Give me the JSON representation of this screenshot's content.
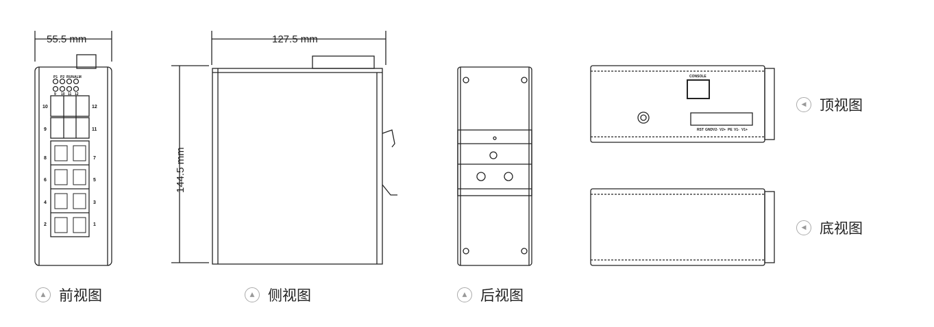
{
  "dimensions": {
    "width": "55.5 mm",
    "depth": "127.5 mm",
    "height": "144.5 mm"
  },
  "views": {
    "front": "前视图",
    "side": "侧视图",
    "rear": "后视图",
    "top": "顶视图",
    "bottom": "底视图"
  },
  "front_panel": {
    "leds": [
      "P1",
      "P2",
      "RUN",
      "ALM"
    ],
    "led_ports": [
      "9",
      "10",
      "11",
      "12"
    ],
    "sfp_left": [
      "10",
      "9"
    ],
    "sfp_right": [
      "12",
      "11"
    ],
    "rj45_left": [
      "8",
      "6",
      "4",
      "2"
    ],
    "rj45_right": [
      "7",
      "5",
      "3",
      "1"
    ]
  },
  "top_panel": {
    "console": "CONSOLE",
    "terminal": [
      "RST",
      "GND",
      "V2-",
      "V2+",
      "PE",
      "V1-",
      "V1+"
    ]
  },
  "icons": {
    "left": "triangle-left",
    "up": "triangle-up"
  }
}
